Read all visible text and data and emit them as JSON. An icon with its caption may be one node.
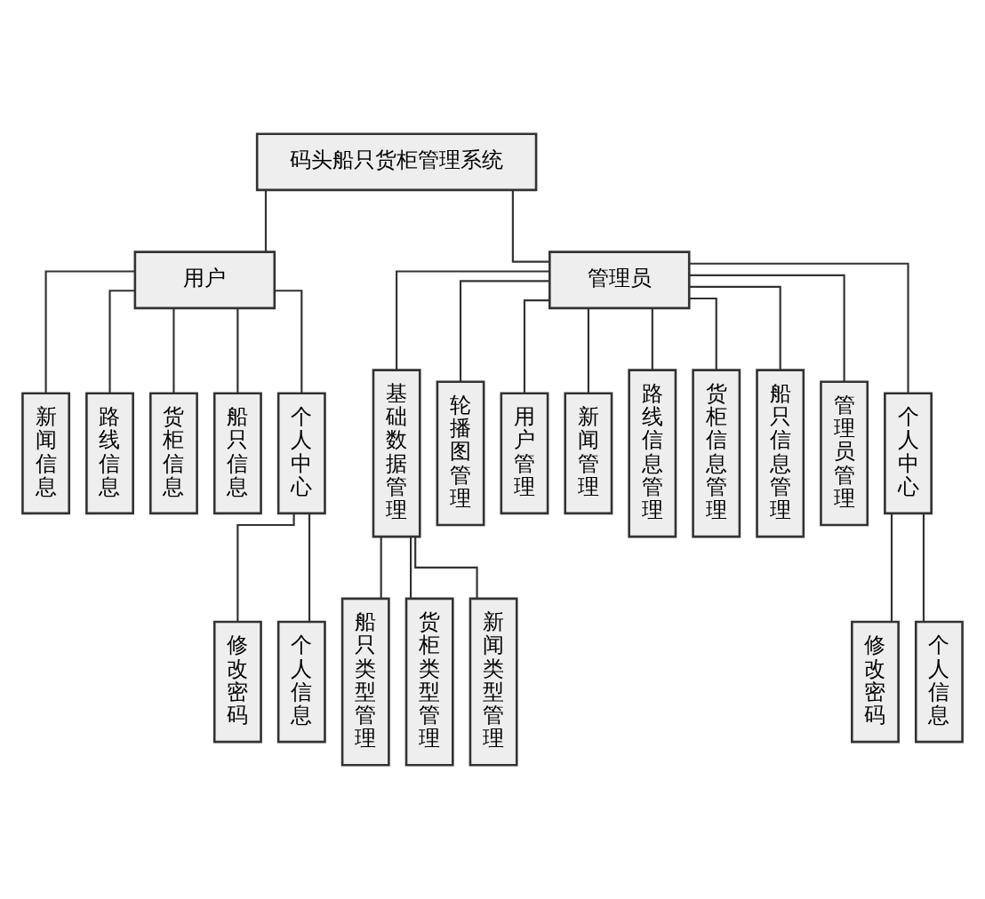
{
  "diagram": {
    "nodes": [
      {
        "text": [
          "码头船只货柜管理系统"
        ]
      },
      {
        "text": [
          "用户"
        ]
      },
      {
        "text": [
          "管理员"
        ]
      },
      {
        "text": [
          "新闻信息"
        ]
      },
      {
        "text": [
          "路线信息"
        ]
      },
      {
        "text": [
          "货柜信息"
        ]
      },
      {
        "text": [
          "船只信息"
        ]
      },
      {
        "text": [
          "个人中心"
        ]
      },
      {
        "text": [
          "修改密码"
        ]
      },
      {
        "text": [
          "个人信息"
        ]
      },
      {
        "text": [
          "基础数据管理"
        ]
      },
      {
        "text": [
          "轮播图管理"
        ]
      },
      {
        "text": [
          "用户管理"
        ]
      },
      {
        "text": [
          "新闻管理"
        ]
      },
      {
        "text": [
          "路线信息管理"
        ]
      },
      {
        "text": [
          "货柜信息管理"
        ]
      },
      {
        "text": [
          "船只信息管理"
        ]
      },
      {
        "text": [
          "管理员管理"
        ]
      },
      {
        "text": [
          "个人中心"
        ]
      },
      {
        "text": [
          "船只类型管理"
        ]
      },
      {
        "text": [
          "货柜类型管理"
        ]
      },
      {
        "text": [
          "新闻类型管理"
        ]
      },
      {
        "text": [
          "修改密码"
        ]
      },
      {
        "text": [
          "个人信息"
        ]
      }
    ],
    "edges": [
      {
        "from": 0,
        "to": 1,
        "arrow": "none"
      },
      {
        "from": 0,
        "to": 2,
        "arrow": "none"
      },
      {
        "from": 1,
        "to": 3,
        "arrow": "none"
      },
      {
        "from": 1,
        "to": 4,
        "arrow": "none"
      },
      {
        "from": 1,
        "to": 5,
        "arrow": "none"
      },
      {
        "from": 1,
        "to": 6,
        "arrow": "none"
      },
      {
        "from": 1,
        "to": 7,
        "arrow": "none"
      },
      {
        "from": 7,
        "to": 8,
        "arrow": "none"
      },
      {
        "from": 7,
        "to": 9,
        "arrow": "none"
      },
      {
        "from": 2,
        "to": 10,
        "arrow": "none"
      },
      {
        "from": 2,
        "to": 11,
        "arrow": "none"
      },
      {
        "from": 2,
        "to": 12,
        "arrow": "none"
      },
      {
        "from": 2,
        "to": 13,
        "arrow": "none"
      },
      {
        "from": 2,
        "to": 14,
        "arrow": "none"
      },
      {
        "from": 2,
        "to": 15,
        "arrow": "none"
      },
      {
        "from": 2,
        "to": 16,
        "arrow": "none"
      },
      {
        "from": 2,
        "to": 17,
        "arrow": "none"
      },
      {
        "from": 2,
        "to": 18,
        "arrow": "none"
      },
      {
        "from": 10,
        "to": 19,
        "arrow": "none"
      },
      {
        "from": 10,
        "to": 20,
        "arrow": "none"
      },
      {
        "from": 10,
        "to": 21,
        "arrow": "none"
      },
      {
        "from": 18,
        "to": 22,
        "arrow": "none"
      },
      {
        "from": 18,
        "to": 23,
        "arrow": "none"
      }
    ]
  }
}
